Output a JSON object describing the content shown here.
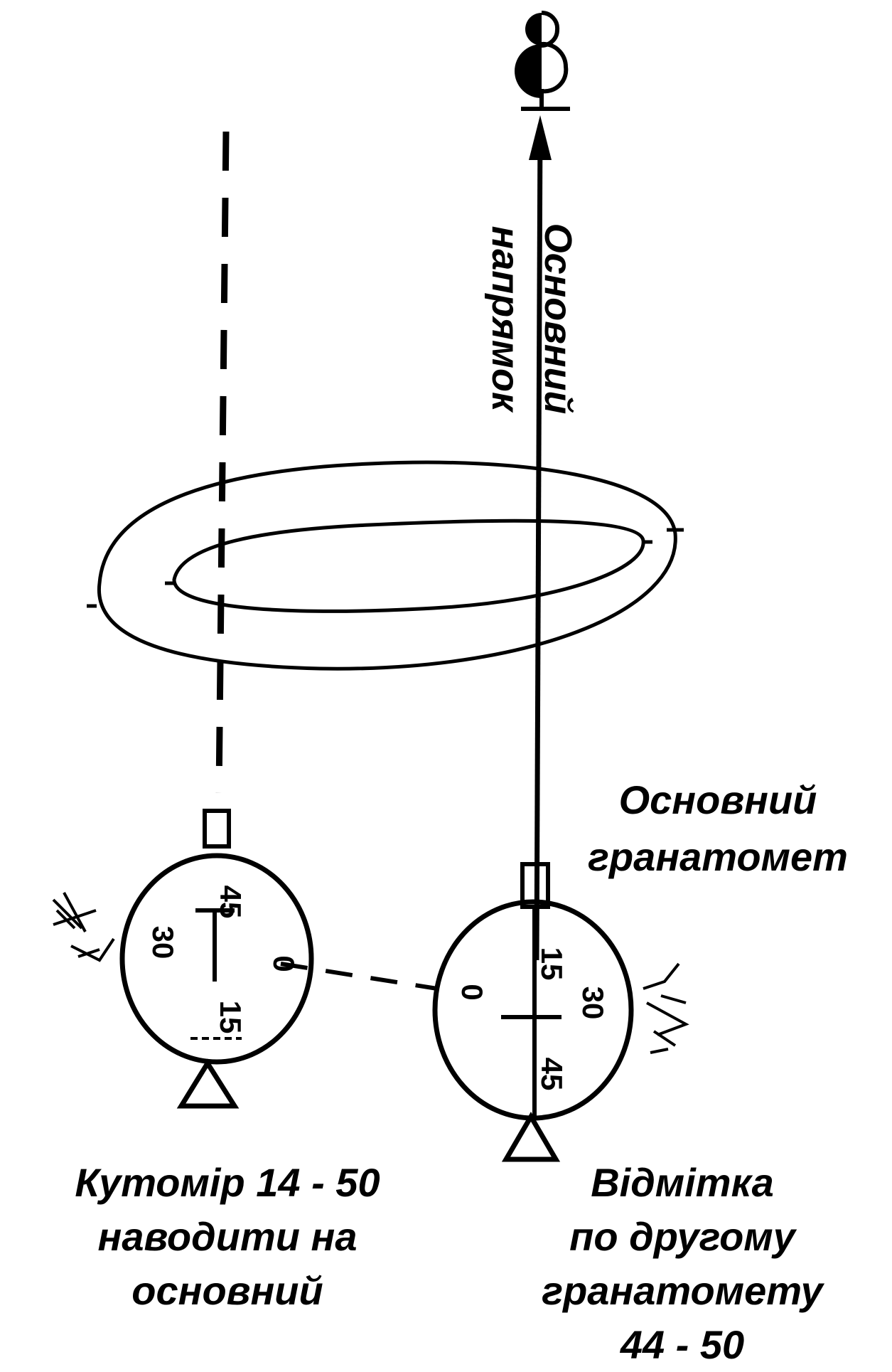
{
  "labels": {
    "direction_line1": "Основний",
    "direction_line2": "напрямок",
    "main_launcher_line1": "Основний",
    "main_launcher_line2": "гранатомет",
    "left_caption_line1": "Кутомір 14 - 50",
    "left_caption_line2": "наводити на",
    "left_caption_line3": "основний",
    "right_caption_line1": "Відмітка",
    "right_caption_line2": "по другому",
    "right_caption_line3": "гранатомету",
    "right_caption_line4": "44 - 50"
  },
  "left_dial": {
    "mark_top": "45",
    "mark_left": "30",
    "mark_center": "0",
    "mark_bottom": "15"
  },
  "right_dial": {
    "mark_left": "0",
    "mark_right": "30",
    "mark_top": "15",
    "mark_bottom": "45"
  }
}
